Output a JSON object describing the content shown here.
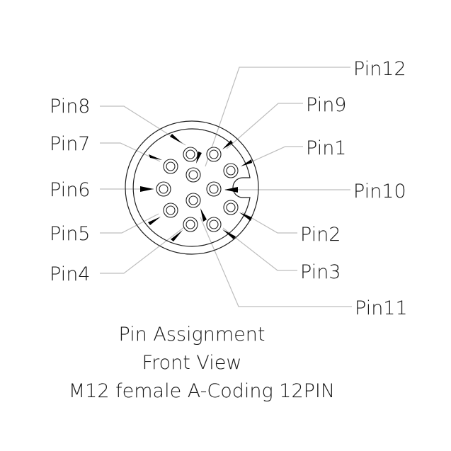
{
  "labels": {
    "pin12": "Pin12",
    "pin9": "Pin9",
    "pin8": "Pin8",
    "pin1": "Pin1",
    "pin7": "Pin7",
    "pin6": "Pin6",
    "pin10": "Pin10",
    "pin5": "Pin5",
    "pin2": "Pin2",
    "pin4": "Pin4",
    "pin3": "Pin3",
    "pin11": "Pin11"
  },
  "caption": {
    "line1": "Pin  Assignment",
    "line2": "Front  View",
    "line3": "M12 female A-Coding 12PIN"
  }
}
